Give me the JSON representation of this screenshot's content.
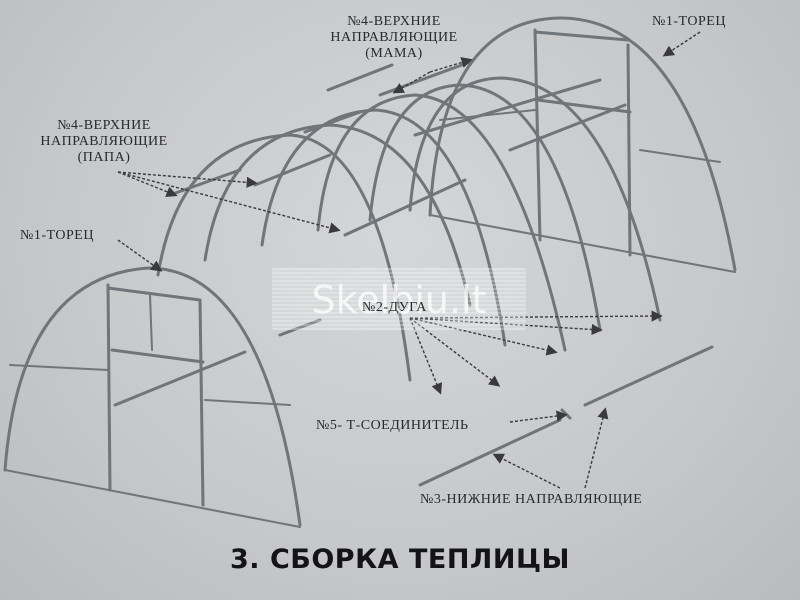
{
  "labels": {
    "top_guides_mama": [
      "№4-ВЕРХНИЕ",
      "НАПРАВЛЯЮЩИЕ",
      "(МАМА)"
    ],
    "end_right": "№1-ТОРЕЦ",
    "top_guides_papa": [
      "№4-ВЕРХНИЕ",
      "НАПРАВЛЯЮЩИЕ",
      "(ПАПА)"
    ],
    "end_left": "№1-ТОРЕЦ",
    "arcs": "№2-ДУГА",
    "t_connector": "№5- Т-СОЕДИНИТЕЛЬ",
    "bottom_guides": "№3-НИЖНИЕ НАПРАВЛЯЮЩИЕ"
  },
  "watermark": "Skelbiu.lt",
  "title": "3. СБОРКА ТЕПЛИЦЫ",
  "colors": {
    "background": "#c9cbcd",
    "line": "#6f7478",
    "text": "#2a2a2c"
  }
}
